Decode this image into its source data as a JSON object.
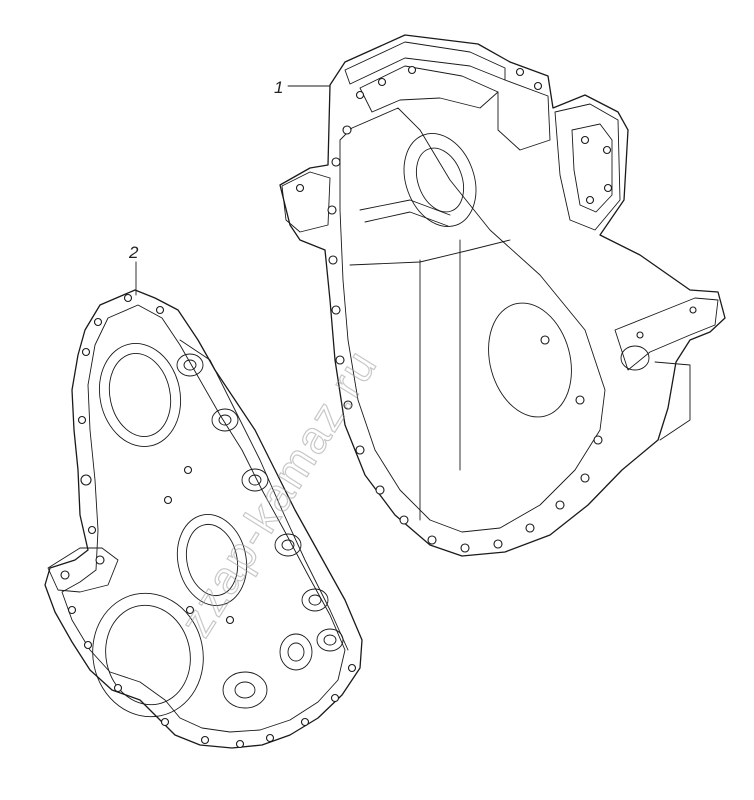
{
  "callouts": [
    {
      "label": "1"
    },
    {
      "label": "2"
    }
  ],
  "watermark": "zzap-kamaz.ru"
}
